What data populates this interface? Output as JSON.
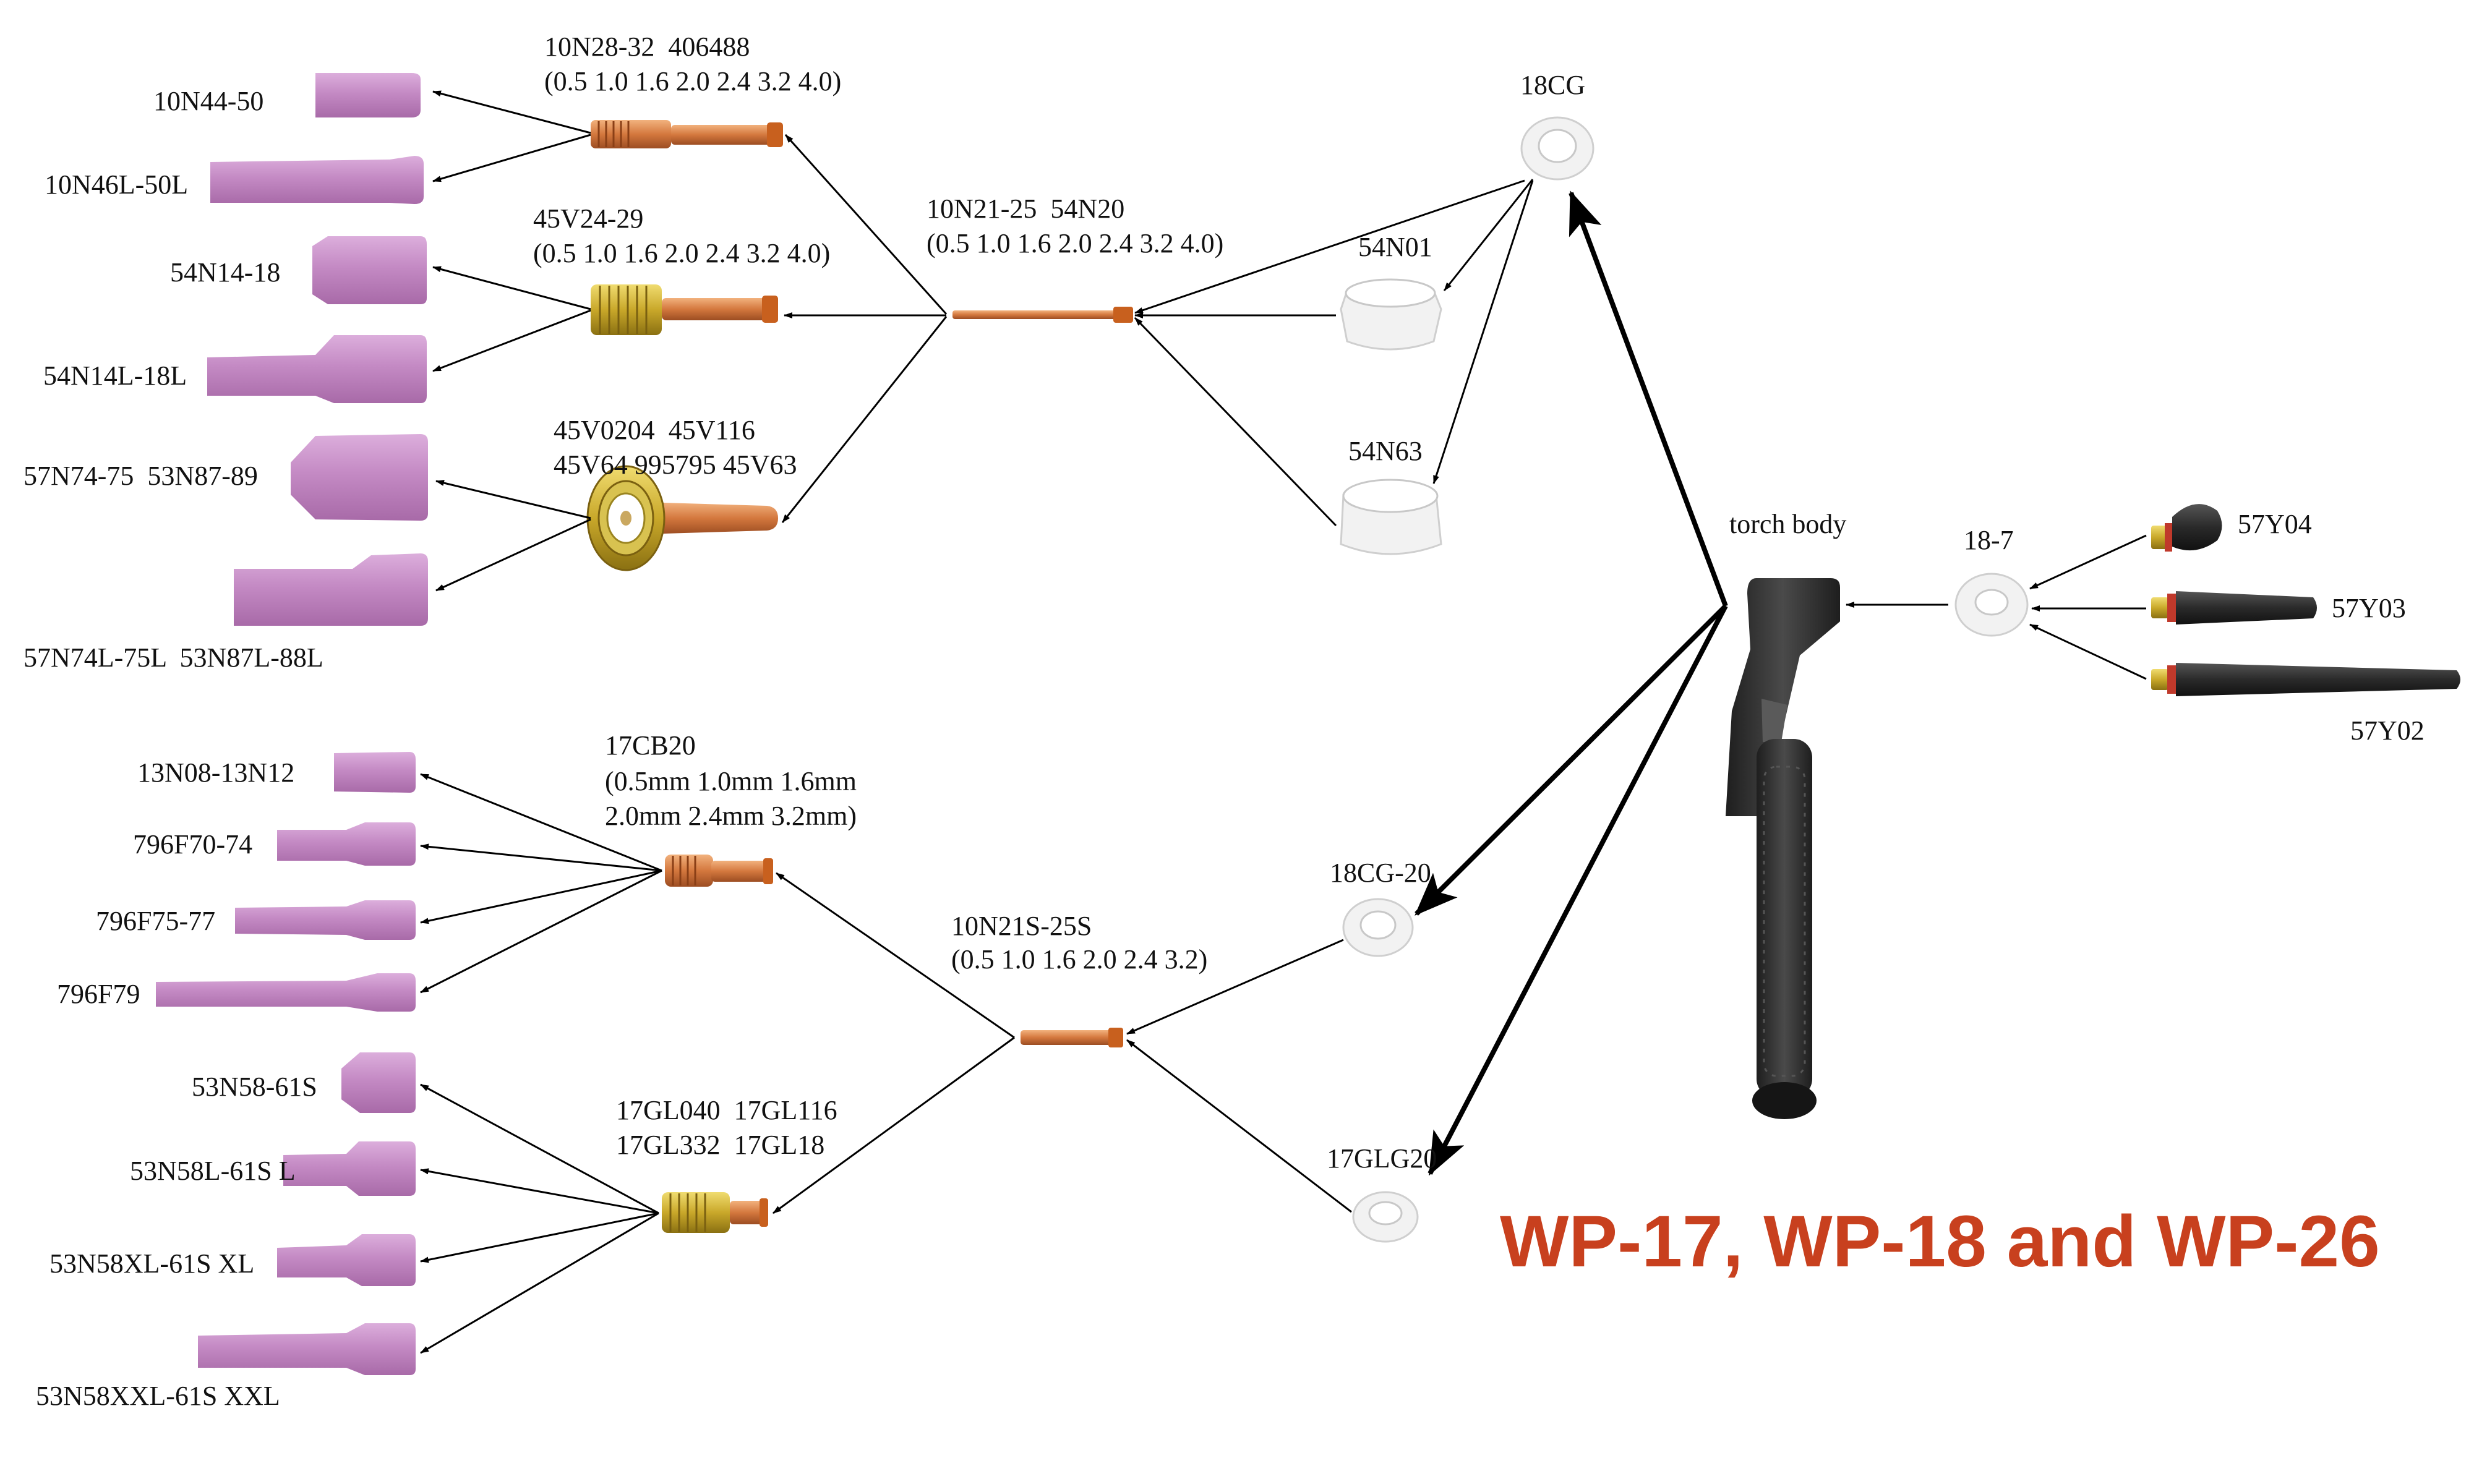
{
  "title": "WP-17, WP-18 and WP-26",
  "colors": {
    "title": "#c8401e",
    "cup": "#c48ac4",
    "cup_light": "#dcaedc",
    "copper": "#d4783e",
    "brass": "#c9a82a",
    "white_part": "#f2f2f2",
    "torch": "#3a3a3a"
  },
  "labels": {
    "cup_10n44": "10N44-50",
    "cup_10n46l": "10N46L-50L",
    "cup_54n14": "54N14-18",
    "cup_54n14l": "54N14L-18L",
    "cup_57n74": "57N74-75  53N87-89",
    "cup_57n74l": "57N74L-75L  53N87L-88L",
    "body_10n28_a": "10N28-32  406488",
    "body_10n28_b": "(0.5 1.0 1.6 2.0 2.4 3.2 4.0)",
    "lens_45v24_a": "45V24-29",
    "lens_45v24_b": "(0.5 1.0 1.6 2.0 2.4 3.2 4.0)",
    "lens_45v0204_a": "45V0204  45V116",
    "lens_45v0204_b": "45V64 995795 45V63",
    "collet_10n21_a": "10N21-25  54N20",
    "collet_10n21_b": "(0.5 1.0 1.6 2.0 2.4 3.2 4.0)",
    "ins_18cg": "18CG",
    "ins_54n01": "54N01",
    "ins_54n63": "54N63",
    "torch_body": "torch body",
    "ins_18_7": "18-7",
    "cap_57y04": "57Y04",
    "cap_57y03": "57Y03",
    "cap_57y02": "57Y02",
    "cup_13n08": "13N08-13N12",
    "cup_796f70": "796F70-74",
    "cup_796f75": "796F75-77",
    "cup_796f79": "796F79",
    "body_17cb20_a": "17CB20",
    "body_17cb20_b": "(0.5mm 1.0mm 1.6mm",
    "body_17cb20_c": "2.0mm 2.4mm 3.2mm)",
    "collet_10n21s_a": "10N21S-25S",
    "collet_10n21s_b": "(0.5 1.0 1.6 2.0 2.4 3.2)",
    "ins_18cg20": "18CG-20",
    "ins_17glg20": "17GLG20",
    "cup_53n58": "53N58-61S",
    "cup_53n58l": "53N58L-61S L",
    "cup_53n58xl": "53N58XL-61S XL",
    "cup_53n58xxl": "53N58XXL-61S XXL",
    "lens_17gl_a": "17GL040  17GL116",
    "lens_17gl_b": "17GL332  17GL18"
  }
}
